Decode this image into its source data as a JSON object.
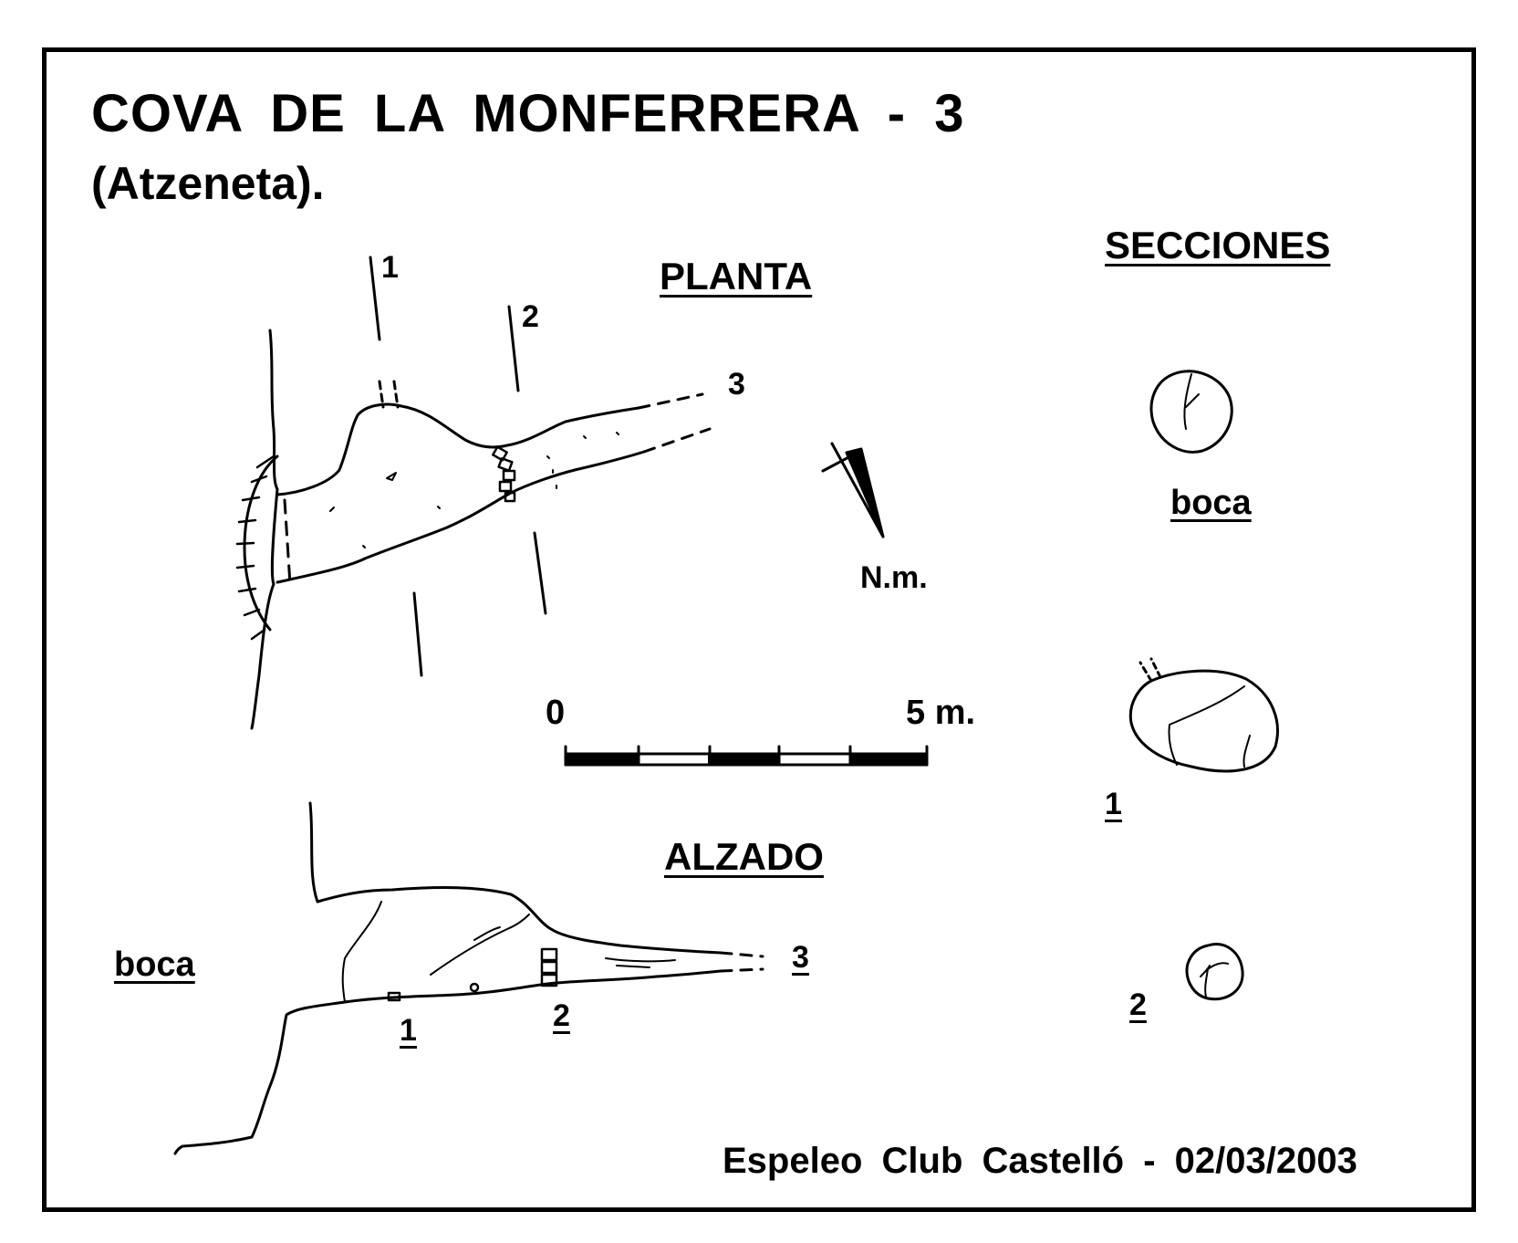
{
  "title": {
    "line1": "COVA DE LA MONFERRERA - 3",
    "line2": "(Atzeneta)."
  },
  "plan": {
    "heading": "PLANTA",
    "section_marks": [
      "1",
      "2",
      "3"
    ],
    "north_label": "N.m.",
    "scale": {
      "start_label": "0",
      "end_label": "5 m."
    }
  },
  "elevation": {
    "heading": "ALZADO",
    "entrance_label": "boca",
    "section_marks": [
      "1",
      "2",
      "3"
    ]
  },
  "sections": {
    "heading": "SECCIONES",
    "entrance_label": "boca",
    "labels": [
      "1",
      "2"
    ]
  },
  "credit": "Espeleo  Club  Castelló  -  02/03/2003",
  "colors": {
    "ink": "#000000",
    "paper": "#ffffff"
  }
}
